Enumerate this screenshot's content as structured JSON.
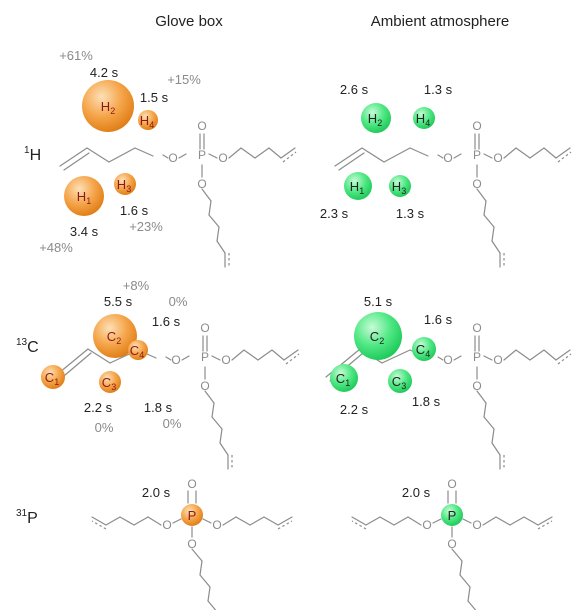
{
  "headers": {
    "glove": "Glove box",
    "ambient": "Ambient atmosphere"
  },
  "rows": {
    "h": {
      "mass": "1",
      "element": "H"
    },
    "c": {
      "mass": "13",
      "element": "C"
    },
    "p": {
      "mass": "31",
      "element": "P"
    }
  },
  "colors": {
    "orange": "#f39a3a",
    "green": "#3fe27a",
    "bond": "#8c8c8c",
    "pct": "#8a8a8a"
  },
  "atoms": {
    "oxygen": "O",
    "phosphorus": "P"
  },
  "glove": {
    "h": {
      "h1": "3.4 s",
      "h2": "4.2 s",
      "h3": "1.6 s",
      "h4": "1.5 s",
      "p1": "+48%",
      "p2": "+61%",
      "p3": "+23%",
      "p4": "+15%"
    },
    "c": {
      "c1": "2.2 s",
      "c2": "5.5 s",
      "c3": "1.8 s",
      "c4": "1.6 s",
      "p1": "0%",
      "p2": "+8%",
      "p3": "0%",
      "p4": "0%"
    },
    "p": {
      "p": "2.0 s"
    }
  },
  "ambient": {
    "h": {
      "h1": "2.3 s",
      "h2": "2.6 s",
      "h3": "1.3 s",
      "h4": "1.3 s"
    },
    "c": {
      "c1": "2.2 s",
      "c2": "5.1 s",
      "c3": "1.8 s",
      "c4": "1.6 s"
    },
    "p": {
      "p": "2.0 s"
    }
  },
  "nuclei": {
    "h1": {
      "el": "H",
      "n": "1"
    },
    "h2": {
      "el": "H",
      "n": "2"
    },
    "h3": {
      "el": "H",
      "n": "3"
    },
    "h4": {
      "el": "H",
      "n": "4"
    },
    "c1": {
      "el": "C",
      "n": "1"
    },
    "c2": {
      "el": "C",
      "n": "2"
    },
    "c3": {
      "el": "C",
      "n": "3"
    },
    "c4": {
      "el": "C",
      "n": "4"
    }
  }
}
